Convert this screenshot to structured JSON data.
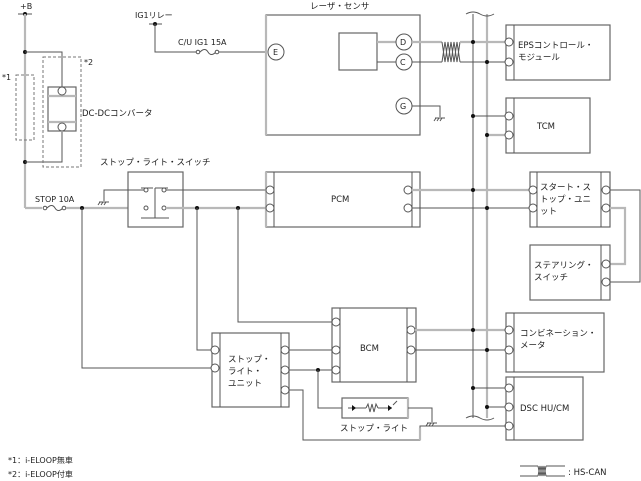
{
  "diagram": {
    "power": {
      "plus_b": "+B",
      "ig1_relay": "IG1リレー",
      "fuse_cu_ig1": "C/U IG1 15A",
      "fuse_stop": "STOP 10A"
    },
    "notes": {
      "star1_marker": "*1",
      "star2_marker": "*2",
      "star1": "*1：i-ELOOP無車",
      "star2": "*2：i-ELOOP付車",
      "legend_hs_can": ": HS-CAN"
    },
    "components": {
      "dcdc": "DC-DCコンバータ",
      "laser_sensor": "レーザ・センサ",
      "stop_light_switch": "ストップ・ライト・スイッチ",
      "pcm": "PCM",
      "bcm": "BCM",
      "eps_line1": "EPSコントロール・",
      "eps_line2": "モジュール",
      "tcm": "TCM",
      "start_stop_line1": "スタート・ス",
      "start_stop_line2": "トップ・ユニ",
      "start_stop_line3": "ット",
      "steering_line1": "ステアリング・",
      "steering_line2": "スイッチ",
      "combi_line1": "コンビネーション・",
      "combi_line2": "メータ",
      "dsc": "DSC HU/CM",
      "slu_line1": "ストップ・",
      "slu_line2": "ライト・",
      "slu_line3": "ユニット",
      "stop_light": "ストップ・ライト"
    },
    "laser_pins": [
      "E",
      "D",
      "C",
      "G"
    ]
  }
}
